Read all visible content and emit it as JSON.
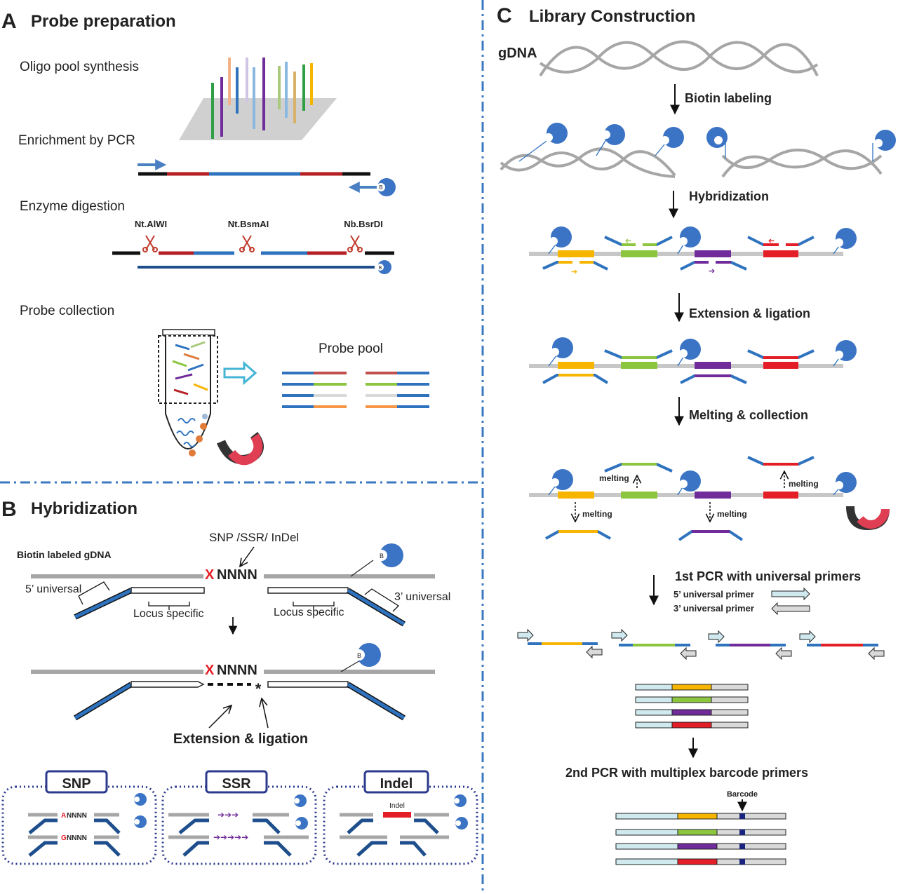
{
  "panel_a": {
    "letter": "A",
    "title": "Probe preparation",
    "steps": {
      "oligo": "Oligo pool synthesis",
      "pcr": "Enrichment by PCR",
      "digestion": "Enzyme digestion",
      "collection": "Probe collection"
    },
    "enzymes": [
      "Nt.AlWI",
      "Nt.BsmAI",
      "Nb.BsrDI"
    ],
    "probe_pool": "Probe pool",
    "biotin": "B"
  },
  "panel_b": {
    "letter": "B",
    "title": "Hybridization",
    "biotin_gdna": "Biotin labeled gDNA",
    "variant_label": "SNP /SSR/ InDel",
    "x_mark": "X",
    "nnnn": "NNNN",
    "five_universal": "5’ universal",
    "three_universal": "3’ universal",
    "locus_specific": "Locus specific",
    "extension_ligation": "Extension & ligation",
    "star": "*",
    "boxes": {
      "snp": "SNP",
      "ssr": "SSR",
      "indel": "Indel",
      "snp_a": "A",
      "snp_g": "G",
      "nnnn": "NNNN",
      "indel_small": "Indel"
    }
  },
  "panel_c": {
    "letter": "C",
    "title": "Library Construction",
    "gdna": "gDNA",
    "steps": {
      "biotin_labeling": "Biotin labeling",
      "hybridization": "Hybridization",
      "extension_ligation": "Extension & ligation",
      "melting_collection": "Melting & collection",
      "pcr1": "1st PCR with universal primers",
      "pcr2": "2nd PCR with multiplex barcode primers"
    },
    "melting": "melting",
    "primer5": "5’ universal primer",
    "primer3": "3’ universal primer",
    "barcode": "Barcode"
  },
  "colors": {
    "probe_blue": "#2f73bf",
    "dark_blue": "#1f4e8c",
    "red": "#b52025",
    "yellow": "#f7b500",
    "green": "#8cc63f",
    "purple": "#6f2c9a",
    "bright_red": "#e41e26",
    "gray_dna": "#a6a6a6",
    "light_cyan": "#cfe9ee",
    "biotin": "#3b74c4",
    "divider": "#3b78c2",
    "x_red": "#e41e26"
  }
}
